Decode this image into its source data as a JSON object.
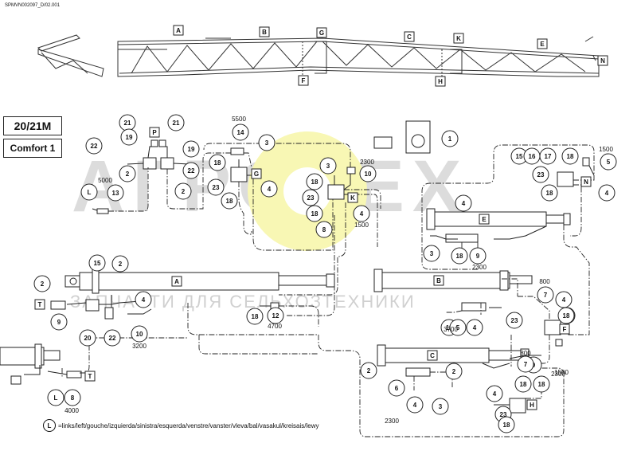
{
  "doc_id": "SPMVN002097_D/02.001",
  "model": {
    "title": "20/21M",
    "subtitle": "Comfort 1"
  },
  "watermark": {
    "logo": "AГРОТЕХ",
    "subtitle": "ЗАПЧАСТИ ДЛЯ СЕЛЬХОЗТЕХНИКИ"
  },
  "legend": {
    "symbol": "L",
    "text": "=links/left/gouche/izquierda/sinistra/esquerda/venstre/vanster/vleva/bal/vasakul/kreisais/lewy"
  },
  "boom_labels": [
    "A",
    "B",
    "G",
    "C",
    "K",
    "E",
    "N",
    "F",
    "H"
  ],
  "cylinder_labels": [
    "A",
    "B",
    "C",
    "E"
  ],
  "group_labels": [
    "P",
    "G",
    "K",
    "N",
    "F",
    "H",
    "T",
    "T"
  ],
  "part_numbers": [
    "21",
    "21",
    "19",
    "19",
    "22",
    "22",
    "2",
    "2",
    "L",
    "13",
    "14",
    "3",
    "18",
    "23",
    "18",
    "4",
    "3",
    "10",
    "18",
    "23",
    "18",
    "4",
    "8",
    "1",
    "15",
    "16",
    "17",
    "18",
    "5",
    "23",
    "18",
    "4",
    "4",
    "3",
    "18",
    "9",
    "15",
    "2",
    "2",
    "4",
    "18",
    "12",
    "9",
    "20",
    "22",
    "10",
    "7",
    "4",
    "18",
    "23",
    "11",
    "5",
    "4",
    "18",
    "9",
    "2",
    "2",
    "7",
    "4",
    "18",
    "6",
    "4",
    "3",
    "23",
    "18",
    "18",
    "L",
    "8"
  ],
  "dimensions": [
    "5500",
    "5000",
    "2300",
    "1500",
    "1500",
    "2300",
    "800",
    "2300",
    "4700",
    "3200",
    "3700",
    "800",
    "2300",
    "4000",
    "1500"
  ]
}
